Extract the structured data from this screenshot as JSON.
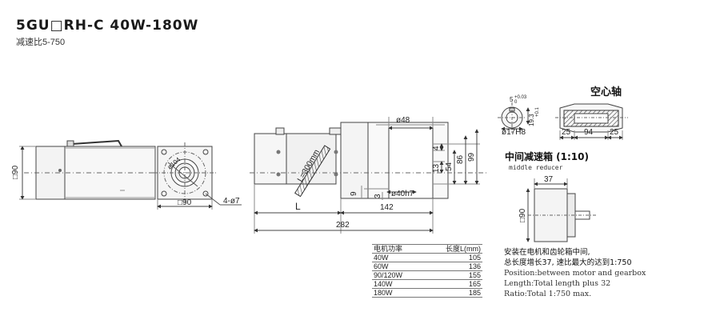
{
  "header": {
    "title": "5GU□RH-C  40W-180W",
    "subtitle": "减速比5-750"
  },
  "left_view": {
    "height_label": "□90",
    "width_label": "□90",
    "hole_label": "4-ø7",
    "diameter_label": "ø104"
  },
  "center_view": {
    "shaft_label": "ø48",
    "hollow_label": "ø40h7",
    "cable_label": "L=300mm",
    "length_label": "L",
    "gear_length": "142",
    "total_length": "282",
    "dims_right": [
      "4",
      "13",
      "54",
      "86",
      "99"
    ],
    "dim_9": "9",
    "dim_3": "3"
  },
  "hollow_shaft": {
    "title": "空心轴",
    "key_label": "5",
    "key_tol": "+0.03",
    "key_tol_lo": "0",
    "depth_label": "19.3",
    "depth_tol": "+0.1",
    "bore_label": "ø17H8",
    "dims": [
      "25",
      "94",
      "25"
    ]
  },
  "middle_reducer": {
    "title": "中间减速箱 (1:10)",
    "subtitle": "middle reducer",
    "width_label": "37",
    "height_label": "□90"
  },
  "power_table": {
    "col_power": "电机功率",
    "col_length": "长度L(mm)",
    "rows": [
      {
        "power": "40W",
        "length": "105"
      },
      {
        "power": "60W",
        "length": "136"
      },
      {
        "power": "90/120W",
        "length": "155"
      },
      {
        "power": "140W",
        "length": "165"
      },
      {
        "power": "180W",
        "length": "185"
      }
    ]
  },
  "notes": {
    "cn": [
      "安装在电机和齿轮箱中间,",
      "总长度增长37, 速比最大的达到1:750"
    ],
    "en": [
      "Position:between motor and gearbox",
      "Length:Total length plus 32",
      "Ratio:Total 1:750 max."
    ]
  }
}
